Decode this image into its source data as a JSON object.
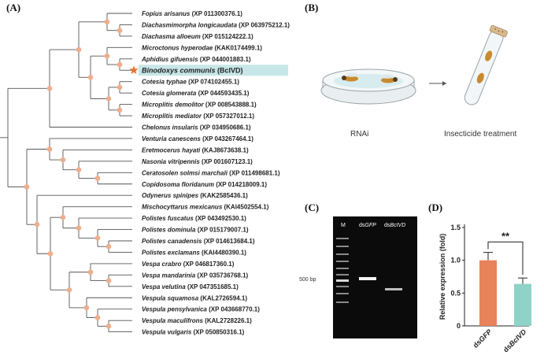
{
  "panels": {
    "a": "(A)",
    "b": "(B)",
    "c": "(C)",
    "d": "(D)"
  },
  "tree": {
    "taxa": [
      {
        "name": "Fopius arisanus",
        "acc": "(XP 011300376.1)"
      },
      {
        "name": "Diachasmimorpha longicaudata",
        "acc": "(XP 063975212.1)"
      },
      {
        "name": "Diachasma alloeum",
        "acc": "(XP 015124222.1)"
      },
      {
        "name": "Microctonus hyperodae",
        "acc": "(KAK0174499.1)"
      },
      {
        "name": "Aphidius gifuensis",
        "acc": "(XP 044001883.1)"
      },
      {
        "name": "Binodoxys communis",
        "acc": "(BcIVD)",
        "highlight": true
      },
      {
        "name": "Cotesia typhae",
        "acc": "(XP 074102455.1)"
      },
      {
        "name": "Cotesia glomerata",
        "acc": "(XP 044593435.1)"
      },
      {
        "name": "Microplitis demolitor",
        "acc": "(XP 008543888.1)"
      },
      {
        "name": "Microplitis mediator",
        "acc": "(XP 057327012.1)"
      },
      {
        "name": "Chelonus insularis",
        "acc": "(XP 034950686.1)"
      },
      {
        "name": "Venturia canescens",
        "acc": "(XP 043267464.1)"
      },
      {
        "name": "Eretmocerus hayati",
        "acc": "(KAJ8673638.1)"
      },
      {
        "name": "Nasonia vitripennis",
        "acc": "(XP 001607123.1)"
      },
      {
        "name": "Ceratosolen solmsi marchali",
        "acc": "(XP 011498681.1)"
      },
      {
        "name": "Copidosoma floridanum",
        "acc": "(XP 014218009.1)"
      },
      {
        "name": "Odynerus spinipes",
        "acc": "(KAK2585436.1)"
      },
      {
        "name": "Mischocyttarus mexicanus",
        "acc": "(KAI4502554.1)"
      },
      {
        "name": "Polistes fuscatus",
        "acc": "(XP 043492530.1)"
      },
      {
        "name": "Polistes dominula",
        "acc": "(XP 015179007.1)"
      },
      {
        "name": "Polistes canadensis",
        "acc": "(XP 014613684.1)"
      },
      {
        "name": "Polistes exclamans",
        "acc": "(KAI4480390.1)"
      },
      {
        "name": "Vespa crabro",
        "acc": "(XP 046817360.1)"
      },
      {
        "name": "Vespa mandarinia",
        "acc": "(XP 035736768.1)"
      },
      {
        "name": "Vespa velutina",
        "acc": "(XP 047351685.1)"
      },
      {
        "name": "Vespula squamosa",
        "acc": "(KAL2726594.1)"
      },
      {
        "name": "Vespula pensylvanica",
        "acc": "(XP 043668770.1)"
      },
      {
        "name": "Vespula maculifrons",
        "acc": "(KAL2728226.1)"
      },
      {
        "name": "Vespula vulgaris",
        "acc": "(XP 050850316.1)"
      }
    ]
  },
  "workflow": {
    "left_label": "RNAi",
    "right_label": "Insecticide treatment"
  },
  "gel": {
    "lane_m": "M",
    "lane_1_prefix": "ds",
    "lane_1_gene": "GFP",
    "lane_2_prefix": "ds",
    "lane_2_gene": "BcIVD",
    "marker_label": "500 bp"
  },
  "chart_data": {
    "type": "bar",
    "categories": [
      "dsGFP",
      "dsBcIVD"
    ],
    "values": [
      1.0,
      0.64
    ],
    "errors": [
      0.12,
      0.09
    ],
    "colors": [
      "#e8825a",
      "#8fd3c8"
    ],
    "ylabel": "Relative expression (fold)",
    "ylim": [
      0,
      1.5
    ],
    "yticks": [
      "0",
      "0.5",
      "1.0",
      "1.5"
    ],
    "significance": "**"
  }
}
